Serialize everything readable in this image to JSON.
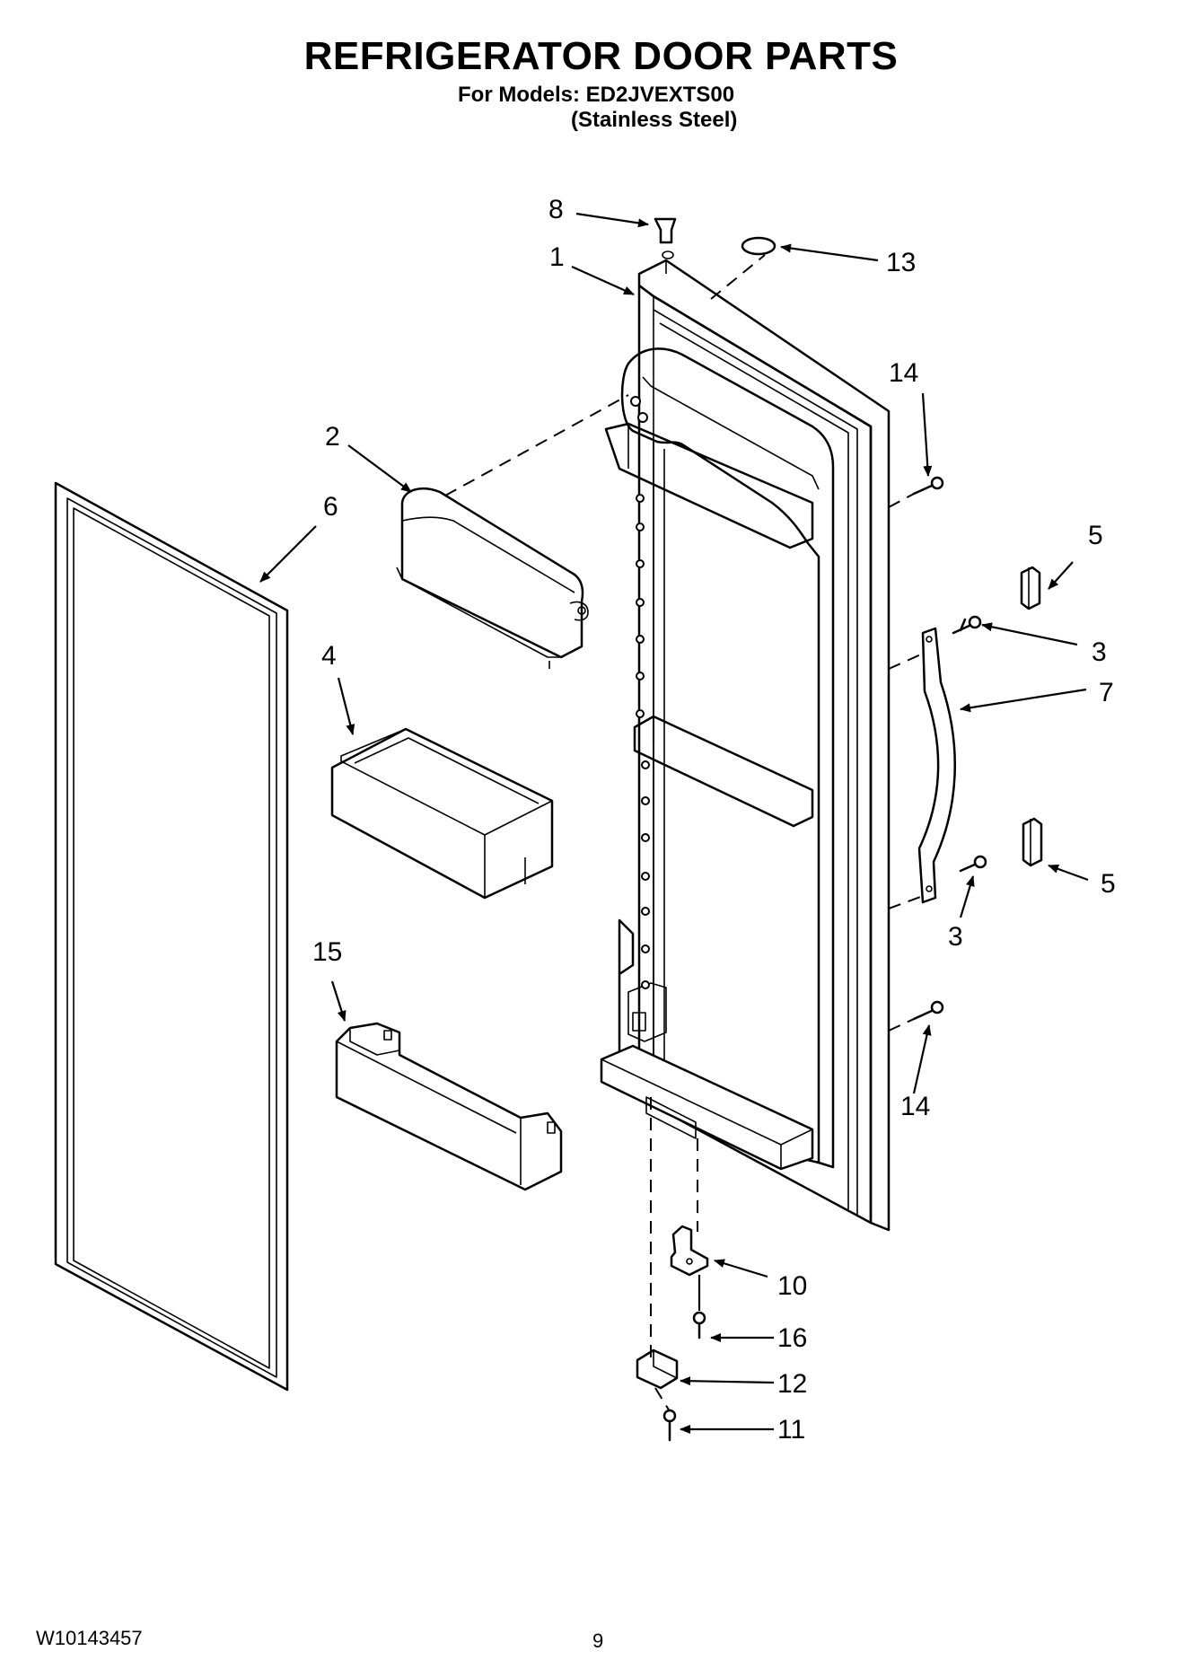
{
  "header": {
    "title": "REFRIGERATOR DOOR PARTS",
    "models_line": "For Models: ED2JVEXTS00",
    "variant_line": "(Stainless Steel)"
  },
  "footer": {
    "doc_code": "W10143457",
    "page_number": "9"
  },
  "callouts": {
    "c1": "1",
    "c2": "2",
    "c3a": "3",
    "c3b": "3",
    "c4": "4",
    "c5a": "5",
    "c5b": "5",
    "c6": "6",
    "c7": "7",
    "c8": "8",
    "c10": "10",
    "c11": "11",
    "c12": "12",
    "c13": "13",
    "c14a": "14",
    "c14b": "14",
    "c15": "15",
    "c16": "16"
  }
}
